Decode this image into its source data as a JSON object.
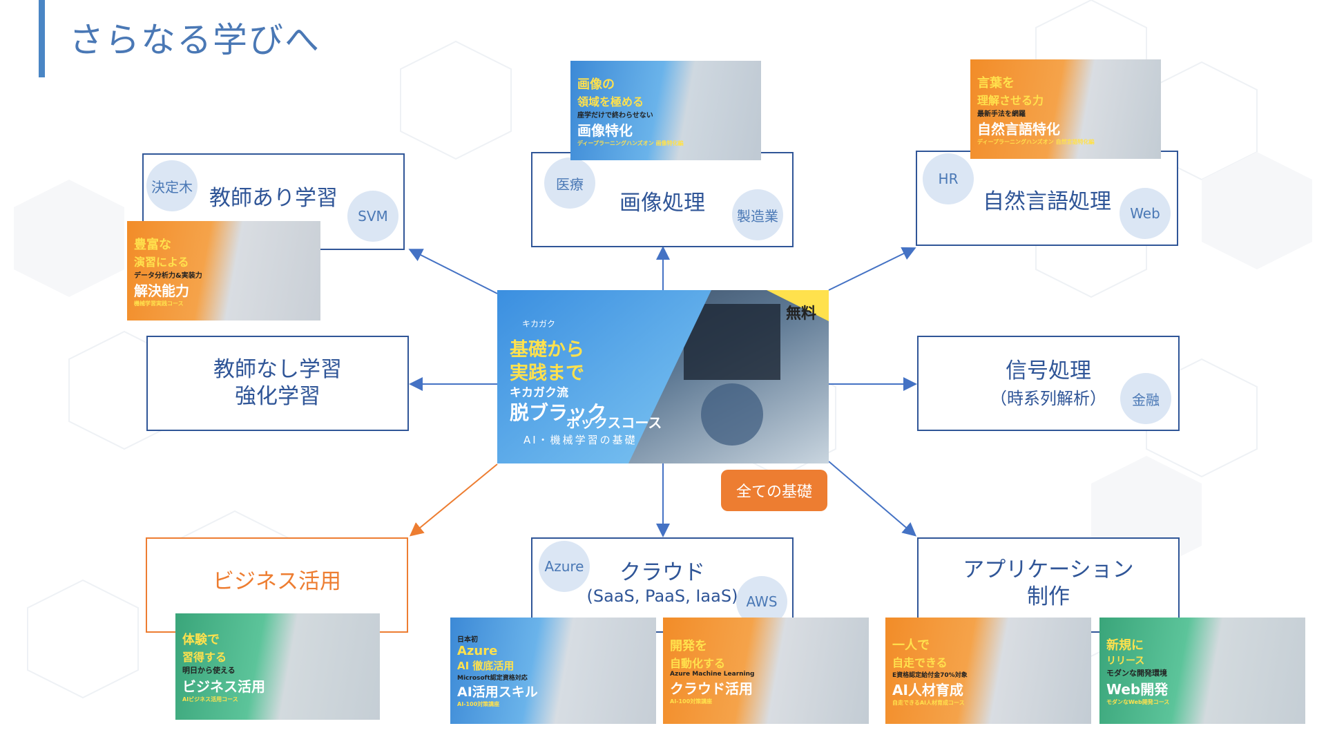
{
  "page": {
    "title": "さらなる学びへ"
  },
  "colors": {
    "accent": "#2f5597",
    "orange": "#ed7d31",
    "tag_bg": "#dbe6f4",
    "title_bar": "#4a86c5"
  },
  "center_course": {
    "logo": "キカガク",
    "line1": "基礎から",
    "line2": "実践まで",
    "line3": "キカガク流",
    "line4": "脱ブラック",
    "line5": "ボックスコース",
    "line6": "AI・機械学習の基礎",
    "free_label": "無料",
    "foundation_badge": "全ての基礎"
  },
  "nodes": {
    "supervised": {
      "label": "教師あり学習",
      "tags": [
        "決定木",
        "SVM"
      ]
    },
    "image": {
      "label": "画像処理",
      "tags": [
        "医療",
        "製造業"
      ]
    },
    "nlp": {
      "label": "自然言語処理",
      "tags": [
        "HR",
        "Web"
      ]
    },
    "unsupervised": {
      "line1": "教師なし学習",
      "line2": "強化学習"
    },
    "signal": {
      "label": "信号処理",
      "sub": "（時系列解析）",
      "tags": [
        "金融"
      ]
    },
    "business": {
      "label": "ビジネス活用"
    },
    "cloud": {
      "label": "クラウド",
      "sub": "(SaaS, PaaS, IaaS)",
      "tags": [
        "Azure",
        "AWS"
      ]
    },
    "app": {
      "line1": "アプリケーション",
      "line2": "制作"
    }
  },
  "banners": {
    "image_course": [
      "画像の",
      "領域を極める",
      "座学だけで終わらせない",
      "画像特化",
      "ディープラーニングハンズオン 画像特化編"
    ],
    "nlp_course": [
      "言葉を",
      "理解させる力",
      "最新手法を網羅",
      "自然言語特化",
      "ディープラーニングハンズオン 自然言語特化編"
    ],
    "supervised_course": [
      "豊富な",
      "演習による",
      "データ分析力&実装力",
      "解決能力",
      "機械学習実践コース"
    ],
    "business_course": [
      "体験で",
      "習得する",
      "明日から使える",
      "ビジネス活用",
      "AIビジネス活用コース"
    ],
    "azure_course": [
      "日本初",
      "Azure",
      "AI 徹底活用",
      "Microsoft認定資格対応",
      "AI活用スキル",
      "AI-100対策講座"
    ],
    "cloud_course": [
      "開発を",
      "自動化する",
      "Azure Machine Learning",
      "クラウド活用",
      "AI-100対策講座"
    ],
    "hr_course": [
      "一人で",
      "自走できる",
      "E資格認定給付金70%対象",
      "AI人材育成",
      "自走できるAI人材育成コース"
    ],
    "web_course": [
      "新規に",
      "リリース",
      "モダンな開発環境",
      "Web開発",
      "モダンなWeb開発コース"
    ]
  }
}
